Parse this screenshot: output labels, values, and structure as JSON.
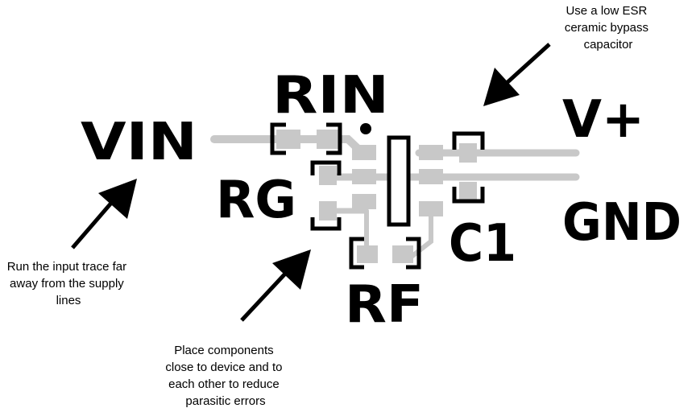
{
  "designators": {
    "vin": "VIN",
    "rin": "RIN",
    "rg": "RG",
    "rf": "RF",
    "c1": "C1",
    "vplus": "V+",
    "gnd": "GND"
  },
  "annotations": {
    "input_trace": [
      "Run the input trace far",
      "away from the supply",
      "lines"
    ],
    "placement": [
      "Place components",
      "close to device and to",
      "each other to reduce",
      "parasitic errors"
    ],
    "bypass": [
      "Use a low ESR",
      "ceramic bypass",
      "capacitor"
    ]
  },
  "colors": {
    "trace": "#c8c8c8",
    "pad": "#c8c8c8",
    "silkscreen": "#000000"
  }
}
